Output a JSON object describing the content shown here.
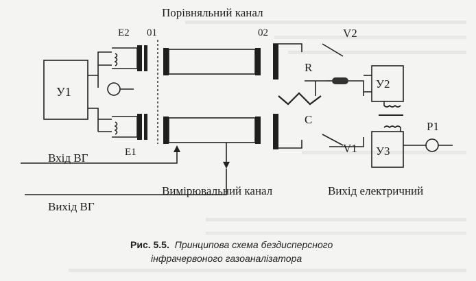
{
  "labels": {
    "comparison_channel": "Порівняльний канал",
    "measuring_channel": "Вимірювальний канал",
    "electric_output": "Вихід електричний",
    "gas_input": "Вхід ВГ",
    "gas_output": "Вихід ВГ",
    "y1": "У1",
    "y2": "У2",
    "y3": "У3",
    "e1": "E1",
    "e2": "E2",
    "p01": "01",
    "p02": "02",
    "v1": "V1",
    "v2": "V2",
    "r": "R",
    "c": "C",
    "p1": "P1"
  },
  "caption": {
    "prefix": "Рис. 5.5.",
    "line1": "Принципова схема бездисперсного",
    "line2": "інфрачервоного газоаналізатора"
  }
}
